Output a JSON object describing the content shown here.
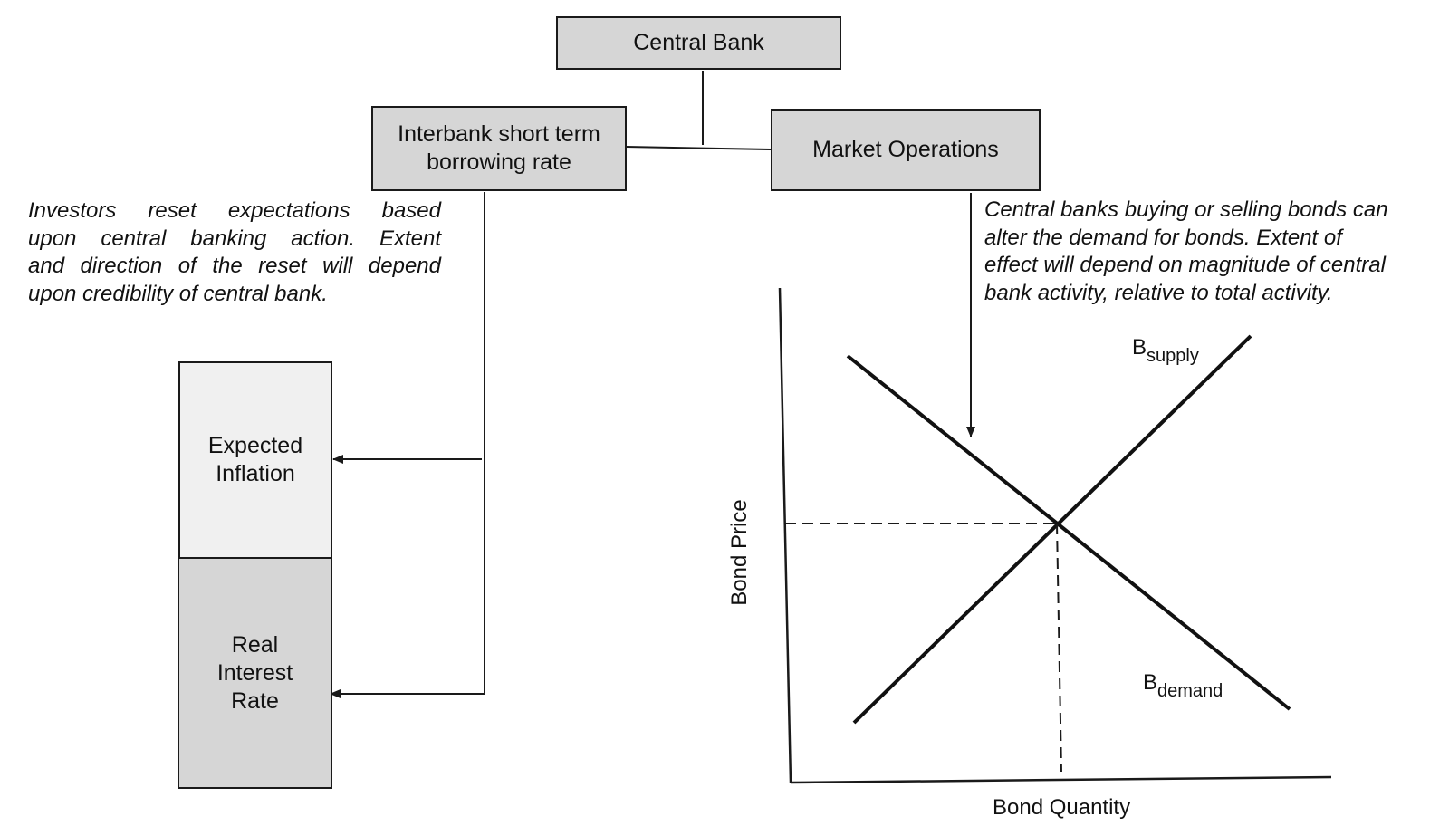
{
  "boxes": {
    "central_bank": "Central Bank",
    "interbank_line1": "Interbank short term",
    "interbank_line2": "borrowing rate",
    "market_operations": "Market Operations",
    "expected_inflation_line1": "Expected",
    "expected_inflation_line2": "Inflation",
    "real_rate_line1": "Real",
    "real_rate_line2": "Interest",
    "real_rate_line3": "Rate"
  },
  "notes": {
    "investors": [
      "Investors reset expectations based",
      "upon central banking action. Extent",
      "and direction of the reset will depend",
      "upon credibility of central bank."
    ],
    "central_banks": [
      "Central banks buying or selling bonds can",
      "alter the demand for bonds. Extent of",
      "effect will depend on magnitude of central",
      "bank activity, relative to total activity."
    ]
  },
  "graph": {
    "x_label": "Bond Quantity",
    "y_label": "Bond Price",
    "supply_main": "B",
    "supply_sub": "supply",
    "demand_main": "B",
    "demand_sub": "demand"
  },
  "colors": {
    "box_gray": "#d6d6d6",
    "box_light": "#f0f0f0",
    "line": "#1a1a1a"
  }
}
